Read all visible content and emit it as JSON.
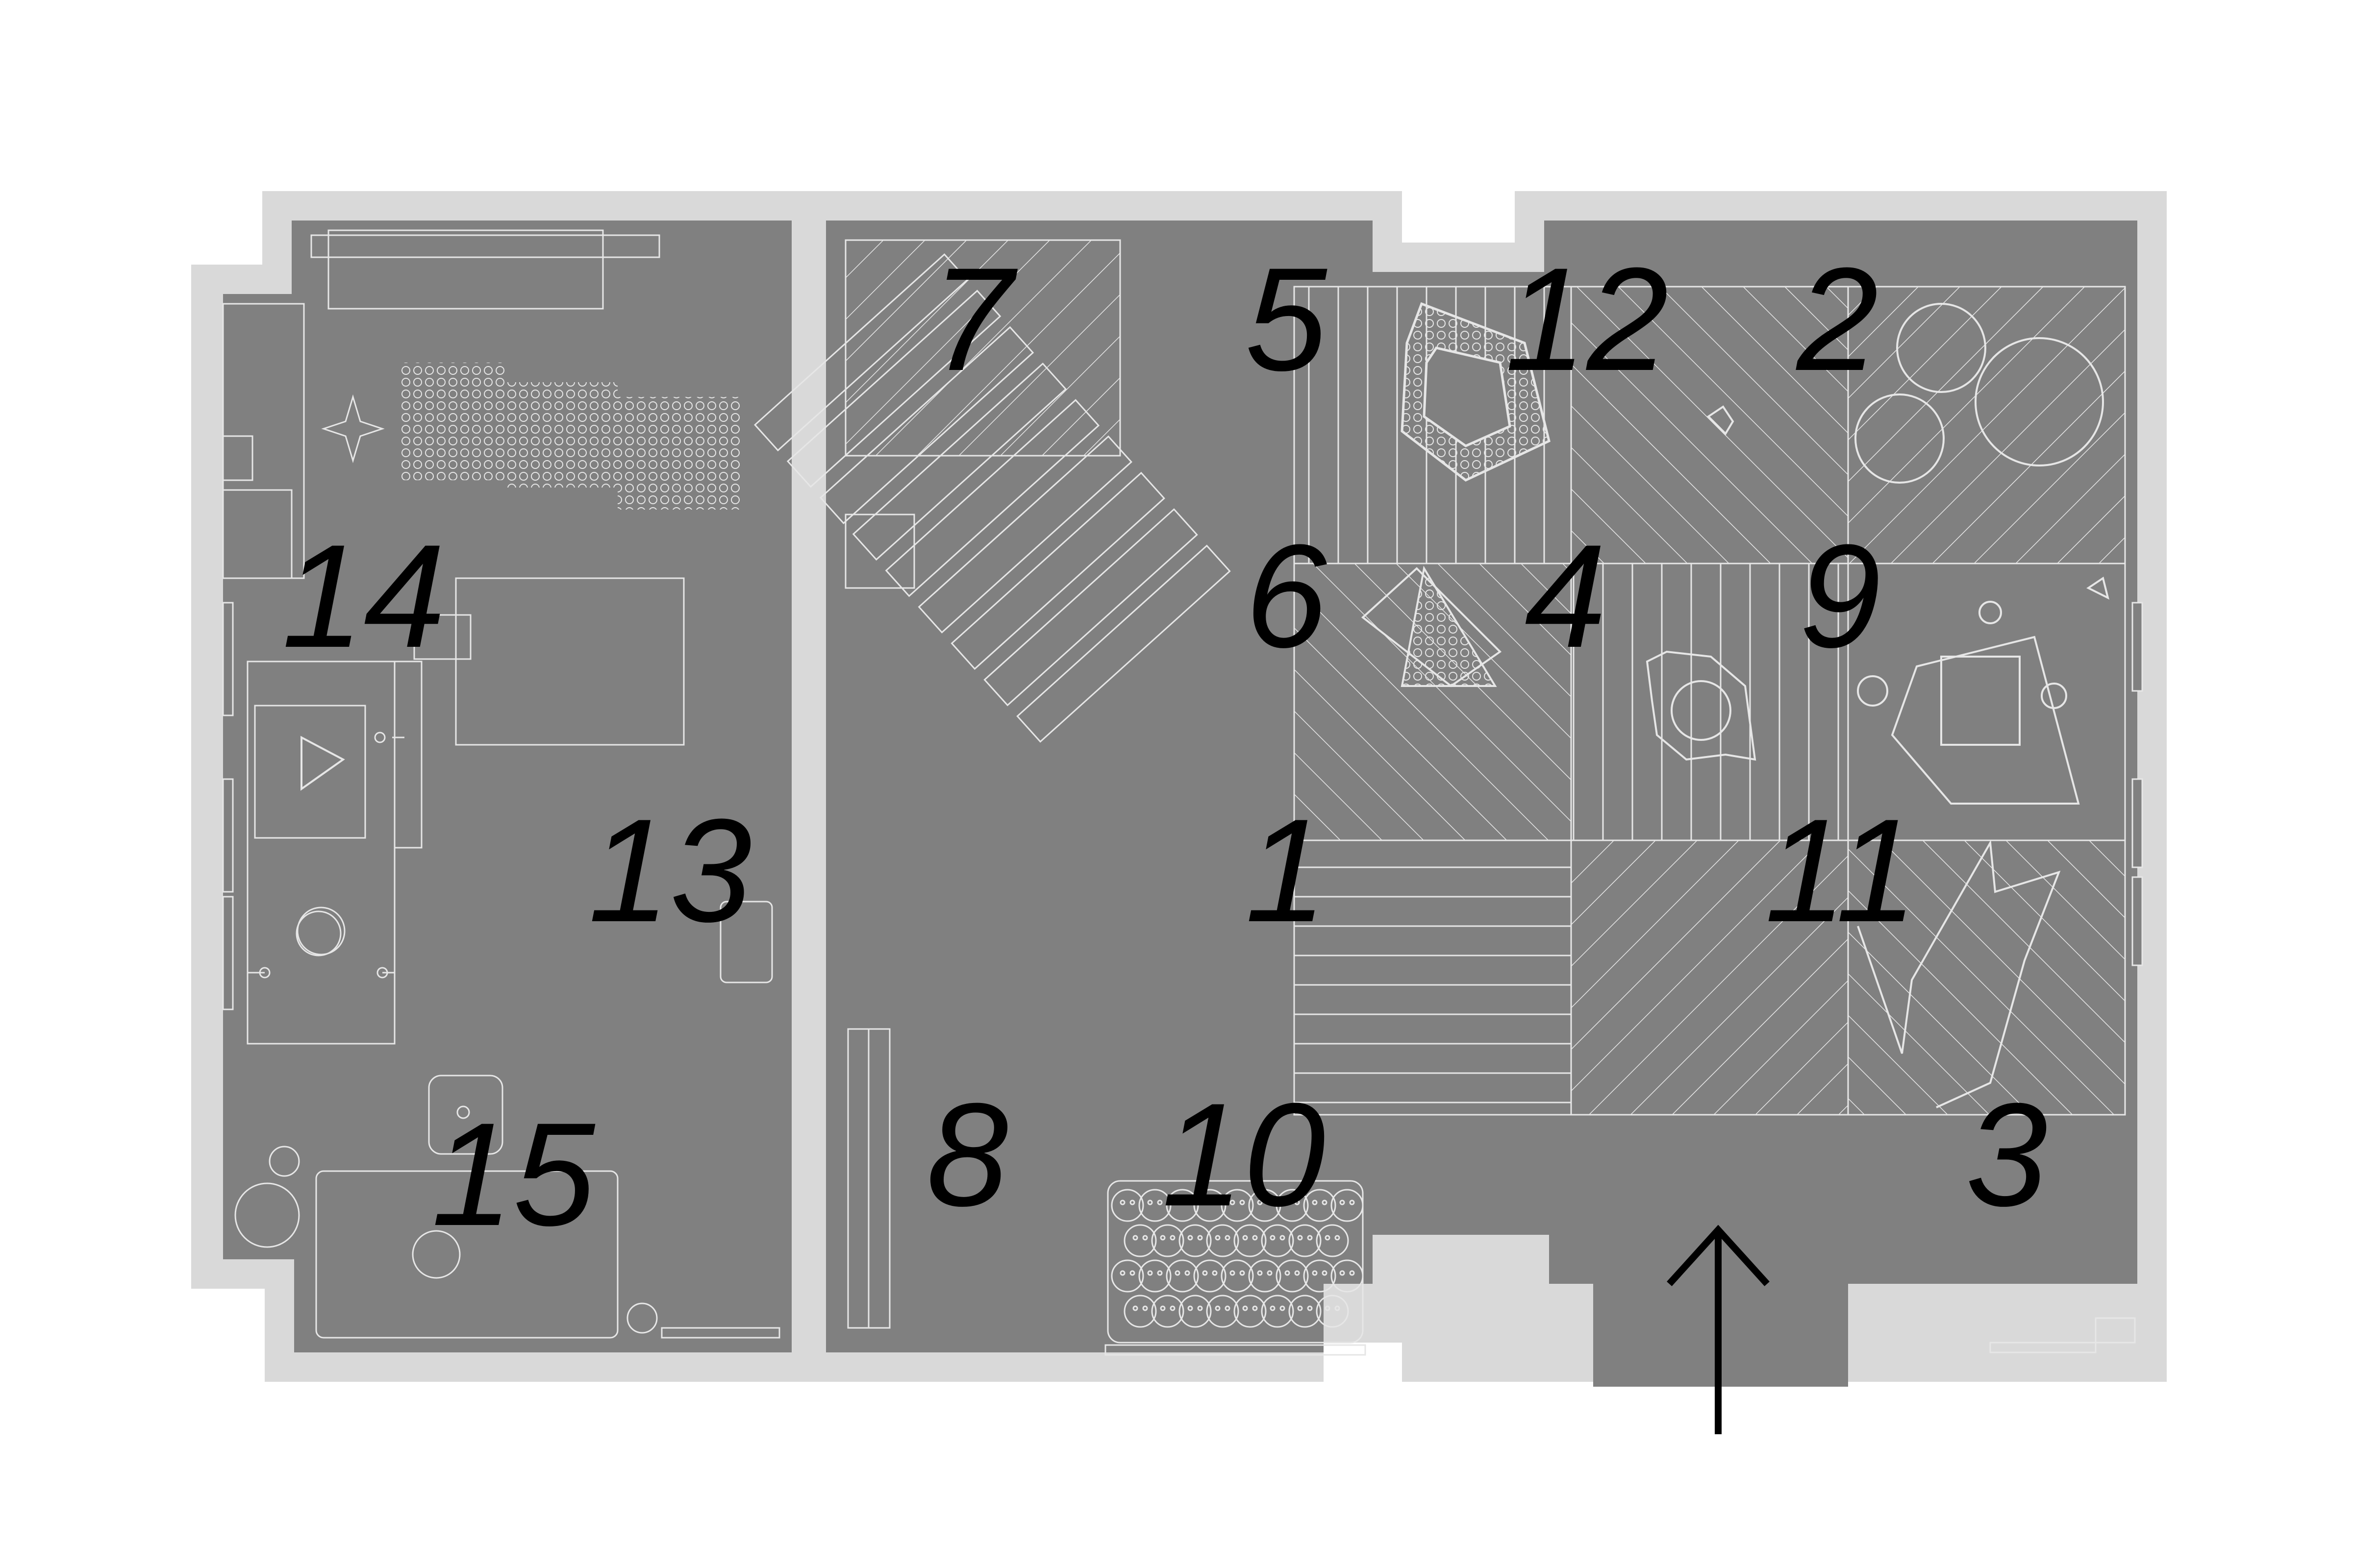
{
  "colors": {
    "page_bg": "#ffffff",
    "wall": "#d9d9d9",
    "floor": "#808080",
    "linework": "#e6e6e6",
    "label": "#000000",
    "arrow": "#000000"
  },
  "room_numbers": {
    "n1": "1",
    "n2": "2",
    "n3": "3",
    "n4": "4",
    "n5": "5",
    "n6": "6",
    "n7": "7",
    "n8": "8",
    "n9": "9",
    "n10": "10",
    "n11": "11",
    "n12": "12",
    "n13": "13",
    "n14": "14",
    "n15": "15"
  },
  "icons": {
    "entrance": "up-arrow-icon",
    "star": "four-point-star-icon",
    "play": "play-triangle-icon"
  }
}
